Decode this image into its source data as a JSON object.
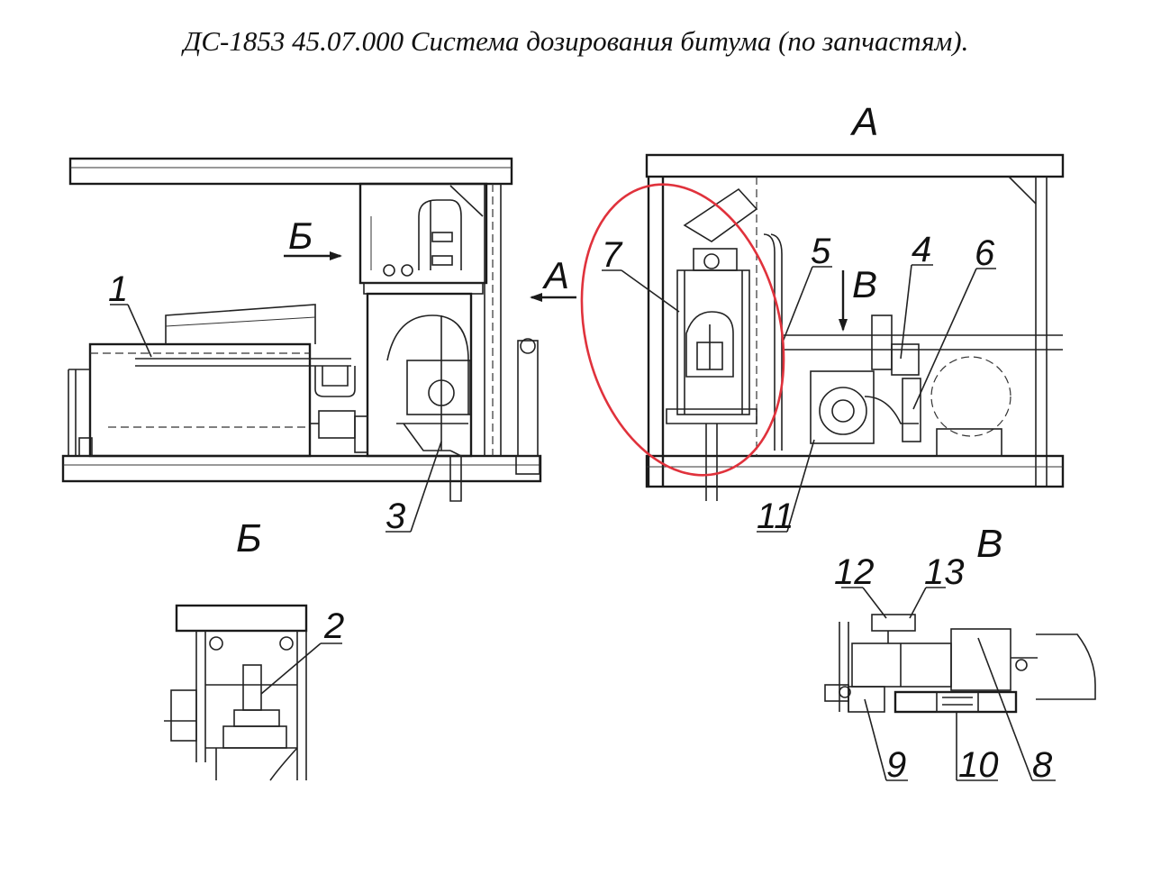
{
  "title": "ДС-1853 45.07.000 Система дозирования битума (по запчастям).",
  "views": {
    "a": "А",
    "b": "Б",
    "v": "В"
  },
  "callouts": [
    "1",
    "2",
    "3",
    "4",
    "5",
    "6",
    "7",
    "8",
    "9",
    "10",
    "11",
    "12",
    "13"
  ],
  "highlight_color": "#e0323c",
  "line_color": "#222222"
}
